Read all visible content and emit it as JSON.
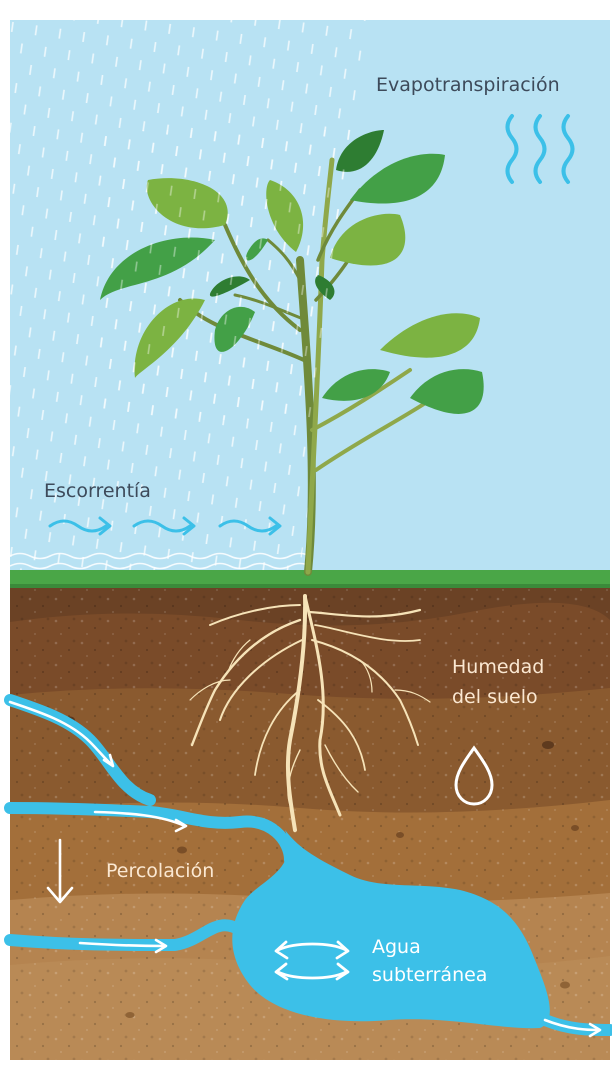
{
  "labels": {
    "evapotranspiration": "Evapotranspiración",
    "runoff": "Escorrentía",
    "soil_moisture_line1": "Humedad",
    "soil_moisture_line2": "del suelo",
    "percolation": "Percolación",
    "groundwater_line1": "Agua",
    "groundwater_line2": "subterránea"
  },
  "icons": {
    "evapotranspiration": "wavy-vapor-icon",
    "runoff": "arrow-right-icon",
    "soil_moisture": "water-drop-icon",
    "percolation": "arrow-down-icon",
    "groundwater": "double-arrow-icon"
  },
  "colors": {
    "sky": "#b8e2f3",
    "rain": "#ffffff",
    "water": "#3cc0e8",
    "grass": "#4aa647",
    "soil_top": "#6b4225",
    "soil_mid": "#8a5a2f",
    "soil_low": "#a36f3a",
    "soil_deep": "#b58450",
    "leaf_light": "#7cb342",
    "leaf_mid": "#43a047",
    "leaf_dark": "#2e7d32",
    "root": "#f6e3b8"
  }
}
